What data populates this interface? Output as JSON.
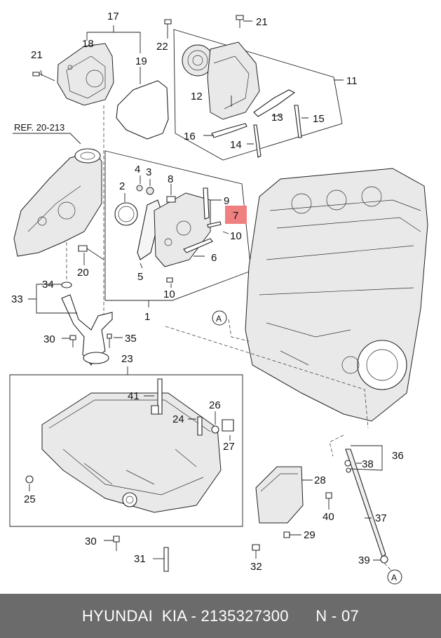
{
  "footer": {
    "text": "HYUNDAI  KIA - 2135327300      N - 07",
    "background": "#6b6b6b",
    "color": "#ffffff"
  },
  "highlight_color": "#f08080",
  "reference_label": "REF. 20-213",
  "view_marker": "A",
  "callouts": {
    "c1": "1",
    "c2": "2",
    "c3": "3",
    "c4": "4",
    "c5": "5",
    "c6": "6",
    "c7": "7",
    "c8": "8",
    "c9": "9",
    "c10a": "10",
    "c10b": "10",
    "c11": "11",
    "c12": "12",
    "c13": "13",
    "c14": "14",
    "c15": "15",
    "c16": "16",
    "c17": "17",
    "c18": "18",
    "c19": "19",
    "c20": "20",
    "c21a": "21",
    "c21b": "21",
    "c22": "22",
    "c23": "23",
    "c24": "24",
    "c25": "25",
    "c26": "26",
    "c27": "27",
    "c28": "28",
    "c29": "29",
    "c30a": "30",
    "c30b": "30",
    "c31": "31",
    "c32": "32",
    "c33": "33",
    "c34": "34",
    "c35": "35",
    "c36": "36",
    "c37": "37",
    "c38": "38",
    "c39": "39",
    "c40": "40",
    "c41": "41"
  }
}
